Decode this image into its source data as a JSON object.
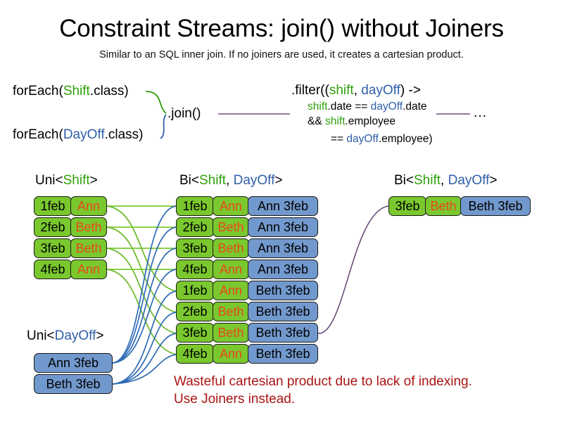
{
  "slide": {
    "title": "Constraint Streams: join() without Joiners",
    "subtitle": "Similar to an SQL inner join. If no joiners are used, it creates a cartesian product."
  },
  "colors": {
    "shift_green": "#2fa00b",
    "dayoff_blue": "#2f5fa8",
    "box_green": "#7ac82e",
    "box_blue": "#7299cd",
    "name_orange": "#e8481c",
    "warning_red": "#a81414",
    "connector_purple": "#6b4f7d"
  },
  "code": {
    "for_each_shift": {
      "prefix": "forEach(",
      "type": "Shift",
      "suffix": ".class)"
    },
    "for_each_dayoff": {
      "prefix": "forEach(",
      "type": "DayOff",
      "suffix": ".class)"
    },
    "join_label": ".join()",
    "filter": {
      "line1_a": ".filter((",
      "line1_shift": "shift",
      "line1_comma": ", ",
      "line1_dayoff": "dayOff",
      "line1_b": ") ->",
      "line2_shift": "shift",
      "line2_mid": ".date == ",
      "line2_dayoff": "dayOff",
      "line2_end": ".date",
      "line3_op": "&& ",
      "line3_shift": "shift",
      "line3_end": ".employee",
      "line4_op": "== ",
      "line4_dayoff": "dayOff",
      "line4_end": ".employee)"
    },
    "ellipsis": "…"
  },
  "columns": {
    "uni_shift": {
      "prefix": "Uni<",
      "type": "Shift",
      "suffix": ">"
    },
    "uni_dayoff": {
      "prefix": "Uni<",
      "type": "DayOff",
      "suffix": ">"
    },
    "bi_middle": {
      "prefix": "Bi<",
      "type1": "Shift",
      "comma": ", ",
      "type2": "DayOff",
      "suffix": ">"
    },
    "bi_right": {
      "prefix": "Bi<",
      "type1": "Shift",
      "comma": ", ",
      "type2": "DayOff",
      "suffix": ">"
    }
  },
  "shift_rows": [
    {
      "date": "1feb",
      "name": "Ann"
    },
    {
      "date": "2feb",
      "name": "Beth"
    },
    {
      "date": "3feb",
      "name": "Beth"
    },
    {
      "date": "4feb",
      "name": "Ann"
    }
  ],
  "dayoff_rows": [
    {
      "label": "Ann 3feb"
    },
    {
      "label": "Beth 3feb"
    }
  ],
  "cartesian_rows": [
    {
      "date": "1feb",
      "name": "Ann",
      "dayoff": "Ann 3feb"
    },
    {
      "date": "2feb",
      "name": "Beth",
      "dayoff": "Ann 3feb"
    },
    {
      "date": "3feb",
      "name": "Beth",
      "dayoff": "Ann 3feb"
    },
    {
      "date": "4feb",
      "name": "Ann",
      "dayoff": "Ann 3feb"
    },
    {
      "date": "1feb",
      "name": "Ann",
      "dayoff": "Beth 3feb"
    },
    {
      "date": "2feb",
      "name": "Beth",
      "dayoff": "Beth 3feb"
    },
    {
      "date": "3feb",
      "name": "Beth",
      "dayoff": "Beth 3feb"
    },
    {
      "date": "4feb",
      "name": "Ann",
      "dayoff": "Beth 3feb"
    }
  ],
  "result_rows": [
    {
      "date": "3feb",
      "name": "Beth",
      "dayoff": "Beth 3feb"
    }
  ],
  "warning": {
    "line1": "Wasteful cartesian product due to lack of indexing.",
    "line2": "Use Joiners instead."
  }
}
